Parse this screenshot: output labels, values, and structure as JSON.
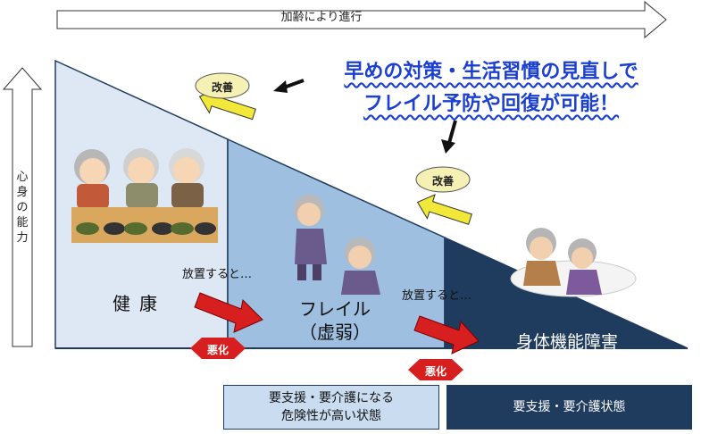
{
  "top_arrow": {
    "label": "加齢により進行"
  },
  "side_arrow": {
    "label": "心身の能力"
  },
  "headline": {
    "line1": "早めの対策・生活習慣の見直しで",
    "line2": "フレイル予防や回復が可能！"
  },
  "stages": {
    "healthy": "健康",
    "frail_line1": "フレイル",
    "frail_line2": "（虚弱）",
    "disability": "身体機能障害"
  },
  "neglect_label": "放置すると…",
  "worsen_label": "悪化",
  "improve_label": "改善",
  "bottom_boxes": {
    "risk_line1": "要支援・要介護になる",
    "risk_line2": "危険性が高い状態",
    "care": "要支援・要介護状態"
  },
  "colors": {
    "healthy_fill": "#dde8f4",
    "frail_fill": "#9fbfe0",
    "disability_fill": "#1f3b5e",
    "headline": "#1a3fd1",
    "worsen_badge": "#d81f1f",
    "improve_arrow": "#f2e83a",
    "improve_bubble": "#f5f0b4"
  }
}
